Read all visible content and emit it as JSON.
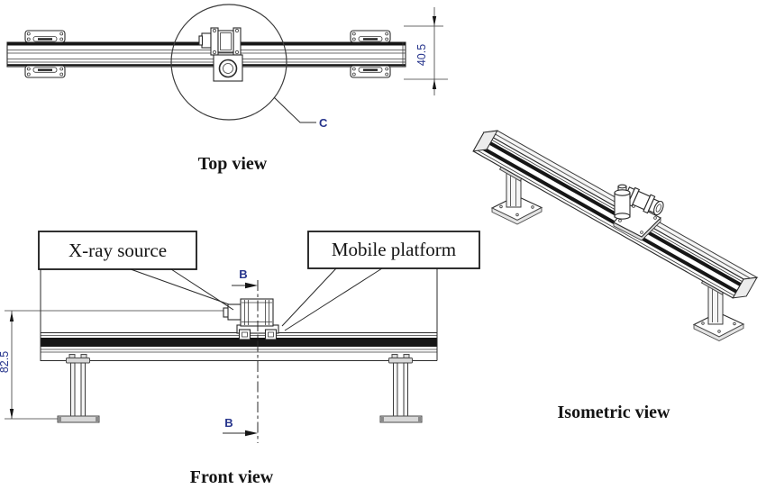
{
  "figure": {
    "background": "#ffffff",
    "line_color": "#2a2a2a",
    "annotation_color": "#26348c"
  },
  "top_view": {
    "title": "Top view",
    "detail_callout": "C",
    "width_dimension": "40.5"
  },
  "front_view": {
    "title": "Front view",
    "height_dimension": "82.5",
    "section_marker": "B",
    "callout_xray": "X-ray source",
    "callout_platform": "Mobile platform"
  },
  "isometric_view": {
    "title": "Isometric view"
  }
}
